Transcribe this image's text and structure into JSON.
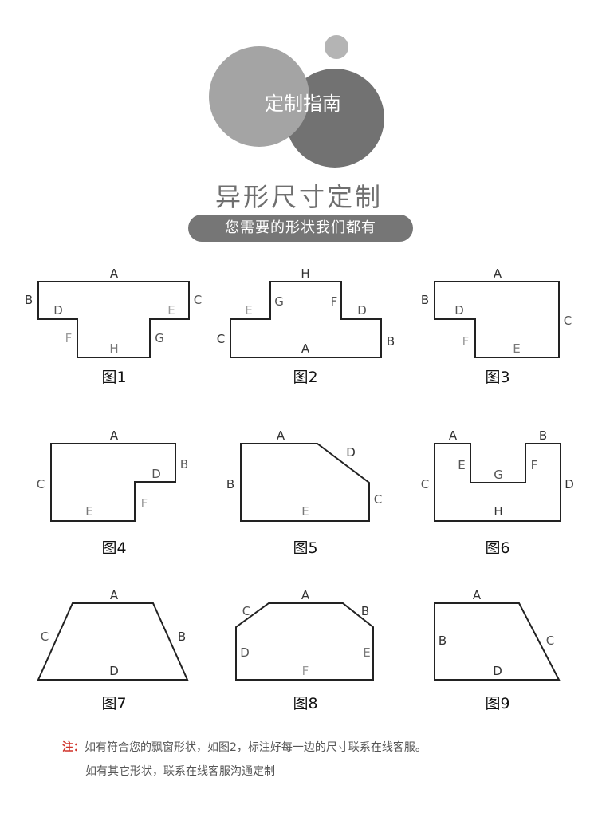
{
  "header": {
    "badge_text": "定制指南",
    "title": "异形尺寸定制",
    "subtitle": "您需要的形状我们都有"
  },
  "colors": {
    "circle_large": "#a4a4a4",
    "circle_dark": "#727272",
    "circle_small": "#b4b4b4",
    "pill": "#767676",
    "note_prefix": "#d0342c"
  },
  "figures": [
    {
      "caption": "图1",
      "edge_labels": [
        "A",
        "B",
        "C",
        "D",
        "E",
        "F",
        "G",
        "H"
      ]
    },
    {
      "caption": "图2",
      "edge_labels": [
        "H",
        "G",
        "F",
        "E",
        "D",
        "C",
        "B",
        "A"
      ]
    },
    {
      "caption": "图3",
      "edge_labels": [
        "A",
        "B",
        "C",
        "D",
        "F",
        "E"
      ]
    },
    {
      "caption": "图4",
      "edge_labels": [
        "A",
        "B",
        "C",
        "D",
        "F",
        "E"
      ]
    },
    {
      "caption": "图5",
      "edge_labels": [
        "A",
        "D",
        "B",
        "C",
        "E"
      ]
    },
    {
      "caption": "图6",
      "edge_labels": [
        "A",
        "B",
        "E",
        "F",
        "G",
        "C",
        "D",
        "H"
      ]
    },
    {
      "caption": "图7",
      "edge_labels": [
        "A",
        "C",
        "B",
        "D"
      ]
    },
    {
      "caption": "图8",
      "edge_labels": [
        "A",
        "C",
        "B",
        "D",
        "E",
        "F"
      ]
    },
    {
      "caption": "图9",
      "edge_labels": [
        "A",
        "B",
        "C",
        "D"
      ]
    }
  ],
  "note": {
    "prefix": "注：",
    "line1": "如有符合您的飘窗形状，如图2，标注好每一边的尺寸联系在线客服。",
    "line2": "如有其它形状，联系在线客服沟通定制"
  }
}
